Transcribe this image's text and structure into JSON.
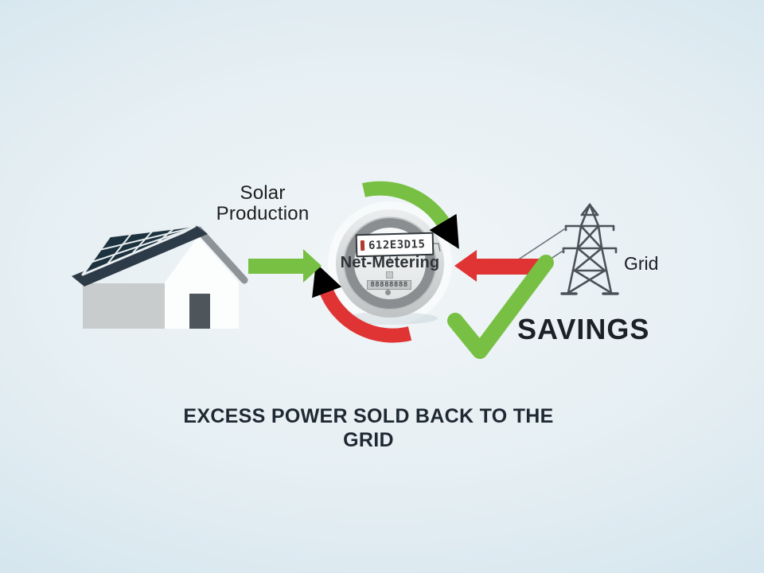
{
  "title": "Net metering infographic",
  "labels": {
    "solar_line1": "Solar",
    "solar_line2": "Production",
    "grid": "Grid",
    "savings": "SAVINGS",
    "caption": "EXCESS POWER SOLD BACK TO THE GRID"
  },
  "meter": {
    "name": "Net-Metering",
    "display_value": "612E3D15",
    "register_digits": "88888888"
  },
  "icons": {
    "house": "house-with-solar-panel-icon",
    "meter": "net-meter-icon",
    "tower": "transmission-tower-icon",
    "checkmark": "savings-checkmark-icon"
  },
  "colors": {
    "green": "#77c043",
    "red": "#e03434",
    "roof_navy": "#2d3b49",
    "panel_blue": "#1d3240",
    "wall_gray": "#c9cccd",
    "wall_white": "#fcfdfd",
    "door_gray": "#4f565b",
    "eave_gray": "#8d9397",
    "tower_gray": "#4b5359",
    "meter_ring_dark": "#8a8e90",
    "text_dark": "#1c2127",
    "background_edge": "#c6dcea",
    "background_center": "#f1f5f7"
  }
}
